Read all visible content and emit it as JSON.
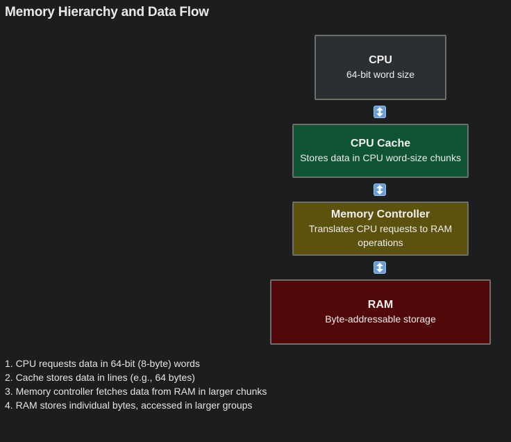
{
  "title": "Memory Hierarchy and Data Flow",
  "boxes": {
    "cpu": {
      "name": "CPU",
      "desc": "64-bit word size",
      "color": "#2c2f32"
    },
    "cache": {
      "name": "CPU Cache",
      "desc": "Stores data in CPU word-size chunks",
      "color": "#0e5432"
    },
    "memctl": {
      "name": "Memory Controller",
      "desc": "Translates CPU requests to RAM operations",
      "color": "#5c520e"
    },
    "ram": {
      "name": "RAM",
      "desc": "Byte-addressable storage",
      "color": "#520808"
    }
  },
  "arrows": [
    "up-down-arrow-icon",
    "up-down-arrow-icon",
    "up-down-arrow-icon"
  ],
  "notes": [
    "1. CPU requests data in 64-bit (8-byte) words",
    "2. Cache stores data in lines (e.g., 64 bytes)",
    "3. Memory controller fetches data from RAM in larger chunks",
    "4. RAM stores individual bytes, accessed in larger groups"
  ]
}
